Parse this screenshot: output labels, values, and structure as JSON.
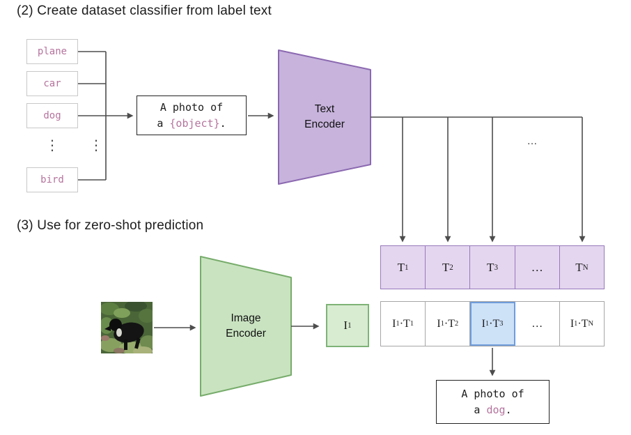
{
  "colors": {
    "label_text": "#b5739d",
    "arrow": "#4d4d4d",
    "text_encoder_fill": "#c7b3dc",
    "text_encoder_border": "#8b68b0",
    "t_row_fill": "#e4d6ef",
    "t_row_border": "#9678bb",
    "image_encoder_fill": "#c9e3c0",
    "image_encoder_border": "#77ac6b",
    "i_box_fill": "#d8ecd1",
    "i_box_border": "#7fb377",
    "highlight_fill": "#cde1f7",
    "highlight_border": "#6f9ddb",
    "sim_border": "#a6a6a6",
    "box_border": "#222222",
    "label_box_border": "#c8c8c8"
  },
  "section2": {
    "title": "(2) Create dataset classifier from label text",
    "labels": [
      "plane",
      "car",
      "dog",
      "bird"
    ],
    "ellipsis_vertical": "⋮",
    "prompt": {
      "line1": "A photo of",
      "line2_prefix": "a ",
      "object_token": "{object}",
      "line2_suffix": "."
    },
    "text_encoder": {
      "line1": "Text",
      "line2": "Encoder"
    },
    "row_ellipsis_top": "…",
    "embeddings": [
      {
        "base": "T",
        "sub": "1"
      },
      {
        "base": "T",
        "sub": "2"
      },
      {
        "base": "T",
        "sub": "3"
      },
      {
        "base": "…",
        "sub": ""
      },
      {
        "base": "T",
        "sub": "N"
      }
    ]
  },
  "section3": {
    "title": "(3) Use for zero-shot prediction",
    "image_encoder": {
      "line1": "Image",
      "line2": "Encoder"
    },
    "image_embedding": {
      "base": "I",
      "sub": "1"
    },
    "similarities": [
      {
        "a": "I",
        "a_sub": "1",
        "op": "·",
        "b": "T",
        "b_sub": "1",
        "highlight": false
      },
      {
        "a": "I",
        "a_sub": "1",
        "op": "·",
        "b": "T",
        "b_sub": "2",
        "highlight": false
      },
      {
        "a": "I",
        "a_sub": "1",
        "op": "·",
        "b": "T",
        "b_sub": "3",
        "highlight": true
      },
      {
        "a": "…",
        "a_sub": "",
        "op": "",
        "b": "",
        "b_sub": "",
        "highlight": false
      },
      {
        "a": "I",
        "a_sub": "1",
        "op": "·",
        "b": "T",
        "b_sub": "N",
        "highlight": false
      }
    ],
    "output": {
      "line1": "A photo of",
      "line2_prefix": "a ",
      "object_word": "dog",
      "line2_suffix": "."
    }
  }
}
